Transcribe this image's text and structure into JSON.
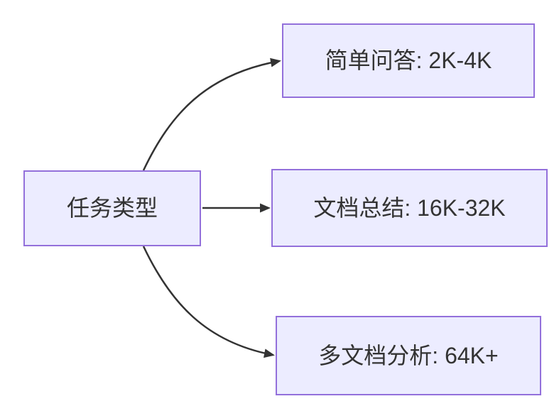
{
  "diagram": {
    "type": "flowchart",
    "direction": "left-to-right",
    "nodes": [
      {
        "id": "task-type",
        "label": "任务类型",
        "role": "root"
      },
      {
        "id": "simple-qa",
        "label": "简单问答: 2K-4K",
        "role": "branch"
      },
      {
        "id": "doc-summary",
        "label": "文档总结: 16K-32K",
        "role": "branch"
      },
      {
        "id": "multi-doc",
        "label": "多文档分析: 64K+",
        "role": "branch"
      }
    ],
    "edges": [
      {
        "from": "task-type",
        "to": "simple-qa"
      },
      {
        "from": "task-type",
        "to": "doc-summary"
      },
      {
        "from": "task-type",
        "to": "multi-doc"
      }
    ],
    "colors": {
      "node_fill": "#ECECFF",
      "node_border": "#9370DB",
      "edge": "#333333",
      "text": "#333333",
      "background": "#FFFFFF"
    }
  }
}
